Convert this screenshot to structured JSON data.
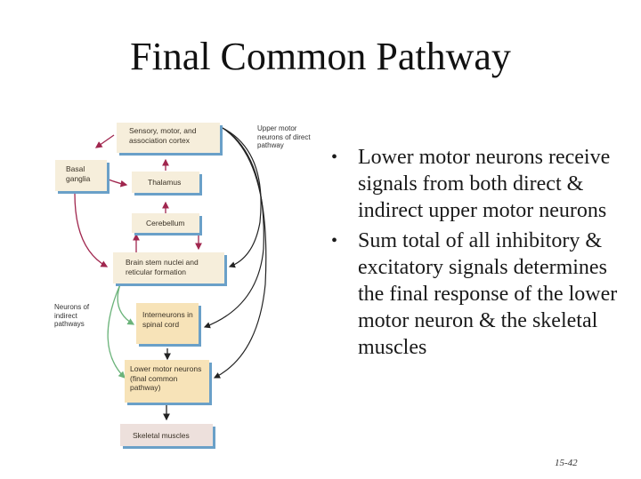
{
  "slide": {
    "title": "Final Common Pathway",
    "page_number": "15-42"
  },
  "diagram": {
    "boxes": {
      "cortex": "Sensory, motor, and association cortex",
      "basal_ganglia": "Basal ganglia",
      "thalamus": "Thalamus",
      "cerebellum": "Cerebellum",
      "brainstem": "Brain stem nuclei and reticular formation",
      "interneurons": "Interneurons in spinal cord",
      "lower_motor": "Lower motor neurons (final common pathway)",
      "skeletal": "Skeletal muscles"
    },
    "labels": {
      "upper_motor": "Upper motor neurons of direct pathway",
      "indirect": "Neurons of indirect pathways"
    },
    "colors": {
      "indirect_arrow": "#a0264e",
      "green_arrow": "#6bb37a",
      "direct_arrow": "#222222",
      "box_shadow": "#6aa0c8"
    }
  },
  "bullets": [
    "Lower motor neurons receive signals from both direct & indirect upper motor neurons",
    "Sum total of all inhibitory & excitatory signals determines the final response of the lower motor neuron & the skeletal muscles"
  ],
  "bullet_symbol": "•"
}
